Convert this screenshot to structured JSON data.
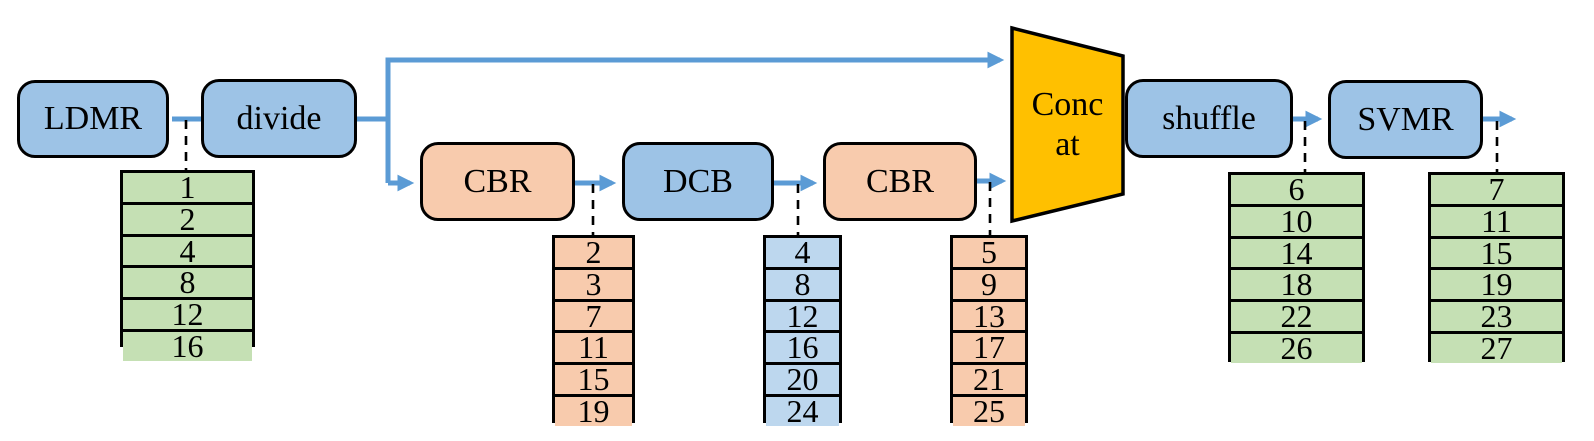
{
  "diagram": {
    "description": "Channel split-shuffle pipeline diagram",
    "colors": {
      "block_blue": "#9DC3E6",
      "block_orange": "#F8CBAD",
      "table_green": "#C5E0B4",
      "table_blue": "#BDD7EE",
      "concat_gold": "#FFC000",
      "connector_blue": "#5B9BD5",
      "border_black": "#000000"
    }
  },
  "blocks": {
    "ldmr": {
      "label": "LDMR"
    },
    "divide": {
      "label": "divide"
    },
    "cbr1": {
      "label": "CBR"
    },
    "dcb": {
      "label": "DCB"
    },
    "cbr2": {
      "label": "CBR"
    },
    "concat": {
      "line1": "Conc",
      "line2": "at"
    },
    "shuffle": {
      "label": "shuffle"
    },
    "svmr": {
      "label": "SVMR"
    }
  },
  "tables": {
    "ldmr": {
      "values": [
        "1",
        "2",
        "4",
        "8",
        "12",
        "16"
      ]
    },
    "cbr1": {
      "values": [
        "2",
        "3",
        "7",
        "11",
        "15",
        "19"
      ]
    },
    "dcb": {
      "values": [
        "4",
        "8",
        "12",
        "16",
        "20",
        "24"
      ]
    },
    "cbr2": {
      "values": [
        "5",
        "9",
        "13",
        "17",
        "21",
        "25"
      ]
    },
    "shuffle": {
      "values": [
        "6",
        "10",
        "14",
        "18",
        "22",
        "26"
      ]
    },
    "svmr": {
      "values": [
        "7",
        "11",
        "15",
        "19",
        "23",
        "27"
      ]
    }
  }
}
